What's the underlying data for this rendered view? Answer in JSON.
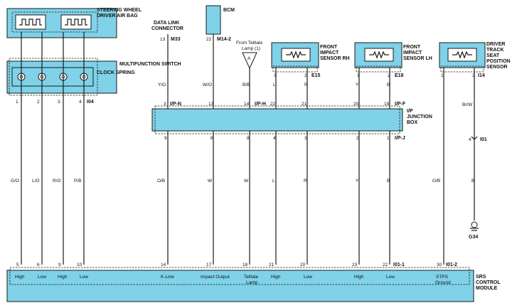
{
  "components": {
    "steering_wheel": "STEERING WHEEL",
    "driver_air_bag": "DRIVER AIR BAG",
    "multifunction_switch": "MULTIFUNCTION SWITCH",
    "clock_spring": "CLOCK SPRING",
    "data_link_connector": "DATA LINK CONNECTOR",
    "bcm": "BCM",
    "telltale_from": "From Telltale Lamp (1)",
    "telltale_symbol": "A",
    "front_impact_rh": "FRONT IMPACT SENSOR RH",
    "front_impact_lh": "FRONT IMPACT SENSOR LH",
    "driver_track_seat": "DRIVER TRACK SEAT POSITION SENSOR",
    "ip_junction_box": "I/P JUNCTION BOX",
    "srs_control_module": "SRS CONTROL MODULE",
    "ground": "G34"
  },
  "connectors": {
    "i04": "I04",
    "m33": "M33",
    "m14_2": "M14-2",
    "e15": "E15",
    "e18": "E18",
    "i14": "I14",
    "i01": "I01",
    "ip_n": "I/P-N",
    "ip_h": "I/P-H",
    "ip_f": "I/P-F",
    "ip_j": "I/P-J",
    "i01_1": "I01-1",
    "i01_2": "I01-2"
  },
  "pins_top": {
    "ms_1": "1",
    "ms_2": "2",
    "ms_3": "3",
    "ms_4": "4",
    "dlc_13": "13",
    "bcm_22": "22",
    "rh_1": "1",
    "rh_2": "2",
    "lh_1": "1",
    "lh_2": "2",
    "ts_1": "1",
    "ts_2": "2",
    "jb_3": "3",
    "jb_13": "13",
    "jb_14": "14",
    "jb_22": "22",
    "jb_21": "21",
    "jb_20": "20",
    "jb_19": "19",
    "i01_4": "4"
  },
  "pins_jb_bottom": {
    "p9": "9",
    "p8a": "8",
    "p8b": "8",
    "p4": "4",
    "p3": "3",
    "p2": "2",
    "p1": "1"
  },
  "wire_colors_upper": {
    "dlc": "Y/O",
    "bcm": "W/O",
    "telltale": "B/B",
    "rh1": "L",
    "rh2": "R",
    "lh1": "Y",
    "lh2": "B",
    "ts2": "Br/W"
  },
  "wire_colors_lower": {
    "w1": "G/O",
    "w2": "L/O",
    "w3": "R/O",
    "w4": "P/B",
    "w5": "O/B",
    "w6": "W",
    "w7": "W",
    "w8": "L",
    "w9": "R",
    "w10": "Y",
    "w11": "B",
    "w12": "G/B",
    "w13": "B"
  },
  "pins_srs": {
    "p5": "5",
    "p6": "6",
    "p9": "9",
    "p10": "10",
    "p14": "14",
    "p17": "17",
    "p18": "18",
    "p21": "21",
    "p20": "20",
    "p23": "23",
    "p22": "22",
    "p30": "30"
  },
  "srs_labels": {
    "l1": "High",
    "l2": "Low",
    "l3": "High",
    "l4": "Low",
    "l5": "K-Line",
    "l6": "Impact Output",
    "l7": "Telltale Lamp",
    "l8": "High",
    "l9": "Low",
    "l10": "High",
    "l11": "Low",
    "l12": "STPS Ground"
  },
  "colors": {
    "module_fill": "#7fd2e8",
    "outline": "#1a1a1a"
  }
}
